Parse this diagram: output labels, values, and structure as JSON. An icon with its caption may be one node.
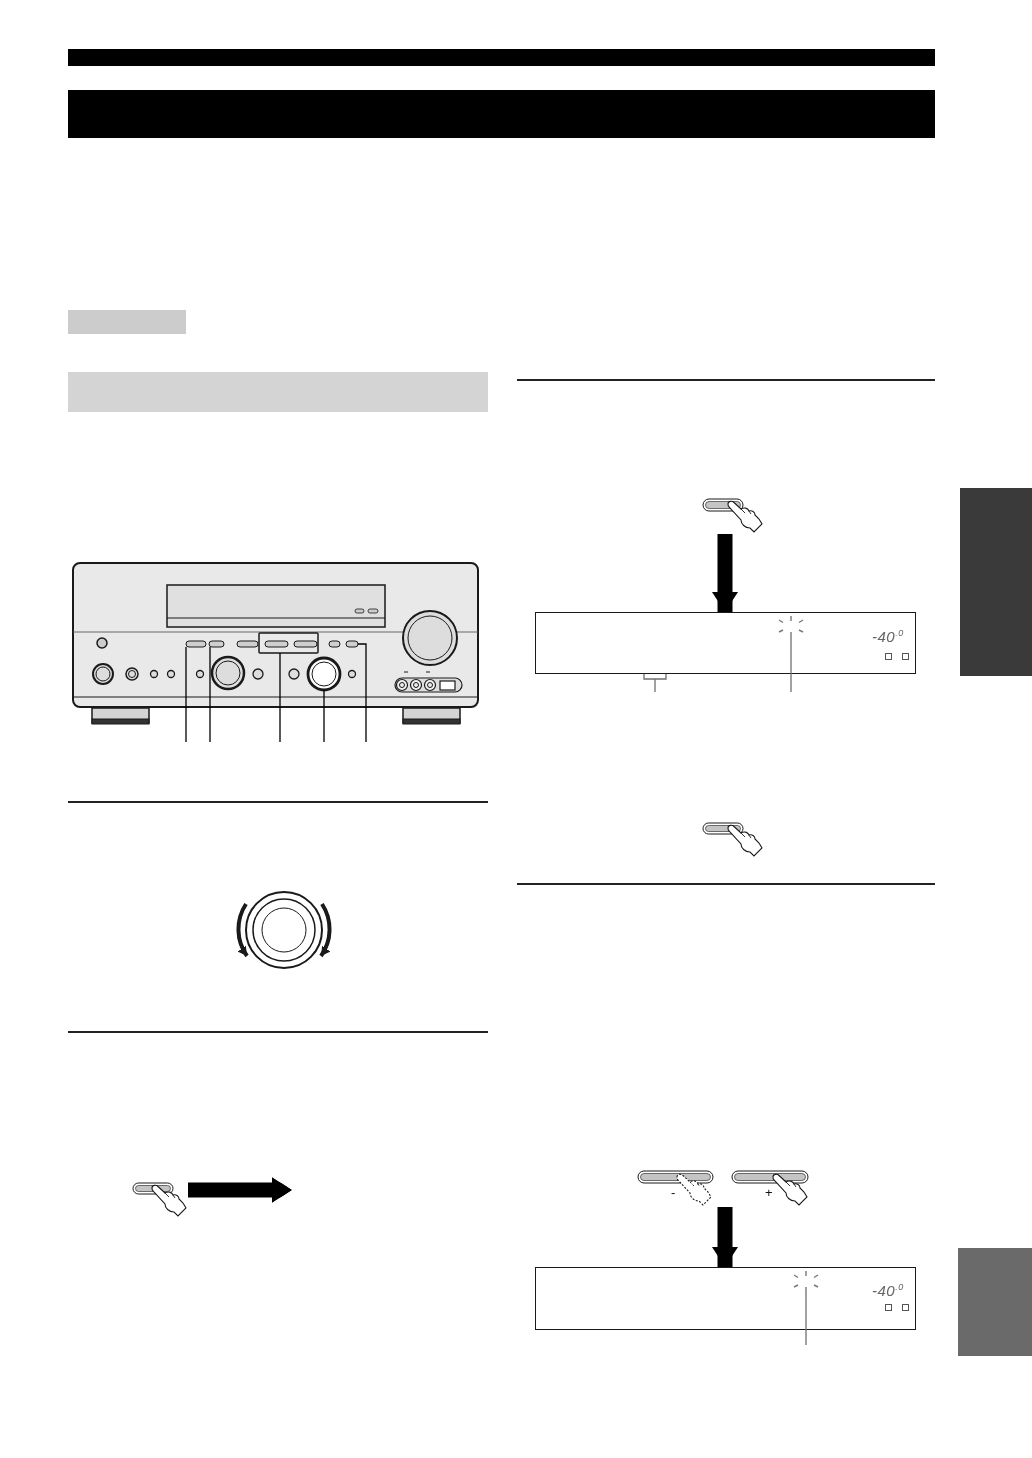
{
  "diagram": {
    "nodes": [
      {
        "text": [],
        "shape": "bar"
      },
      {
        "text": [],
        "shape": "bar"
      },
      {
        "text": [],
        "shape": "bar"
      },
      {
        "text": [],
        "shape": "picture"
      },
      {
        "text": [],
        "shape": "box",
        "in": 3
      },
      {
        "text": [],
        "shape": "box",
        "in": 3
      },
      {
        "text": [],
        "shape": "box",
        "in": 3
      },
      {
        "text": [],
        "shape": "circle",
        "in": 3
      },
      {
        "text": [],
        "shape": "box",
        "in": 3
      },
      {
        "text": [],
        "shape": "picture"
      },
      {
        "text": [],
        "shape": "picture"
      },
      {
        "text": [
          "-40$^{.0}$"
        ]
      },
      {
        "text": [],
        "shape": "picture",
        "in": 11
      },
      {
        "text": [],
        "shape": "picture"
      },
      {
        "text": [
          "-"
        ]
      },
      {
        "text": [
          "+"
        ]
      },
      {
        "text": [
          "-40$^{.0}$"
        ]
      },
      {
        "text": [],
        "shape": "picture",
        "in": 16
      },
      {
        "text": [],
        "shape": "bar"
      },
      {
        "text": [],
        "shape": "bar"
      }
    ],
    "edges": [
      {
        "from": null,
        "to": 4,
        "arrow": "none"
      },
      {
        "from": null,
        "to": 5,
        "arrow": "none"
      },
      {
        "from": null,
        "to": 6,
        "arrow": "none"
      },
      {
        "from": null,
        "to": 7,
        "arrow": "none"
      },
      {
        "from": null,
        "to": 8,
        "arrow": "none"
      },
      {
        "from": 9,
        "to": null,
        "arrow": "to",
        "style": "thick"
      },
      {
        "from": 10,
        "to": 11,
        "arrow": "to",
        "style": "thick"
      },
      {
        "from": null,
        "to": 11,
        "arrow": "none",
        "color": "#707070"
      },
      {
        "from": null,
        "to": 12,
        "arrow": "none",
        "color": "#707070"
      },
      {
        "from": 14,
        "to": 16,
        "arrow": "to",
        "style": "thick"
      },
      {
        "from": 15,
        "to": 16,
        "arrow": "to",
        "style": "thick"
      },
      {
        "from": null,
        "to": 17,
        "arrow": "none",
        "color": "#707070"
      }
    ]
  }
}
